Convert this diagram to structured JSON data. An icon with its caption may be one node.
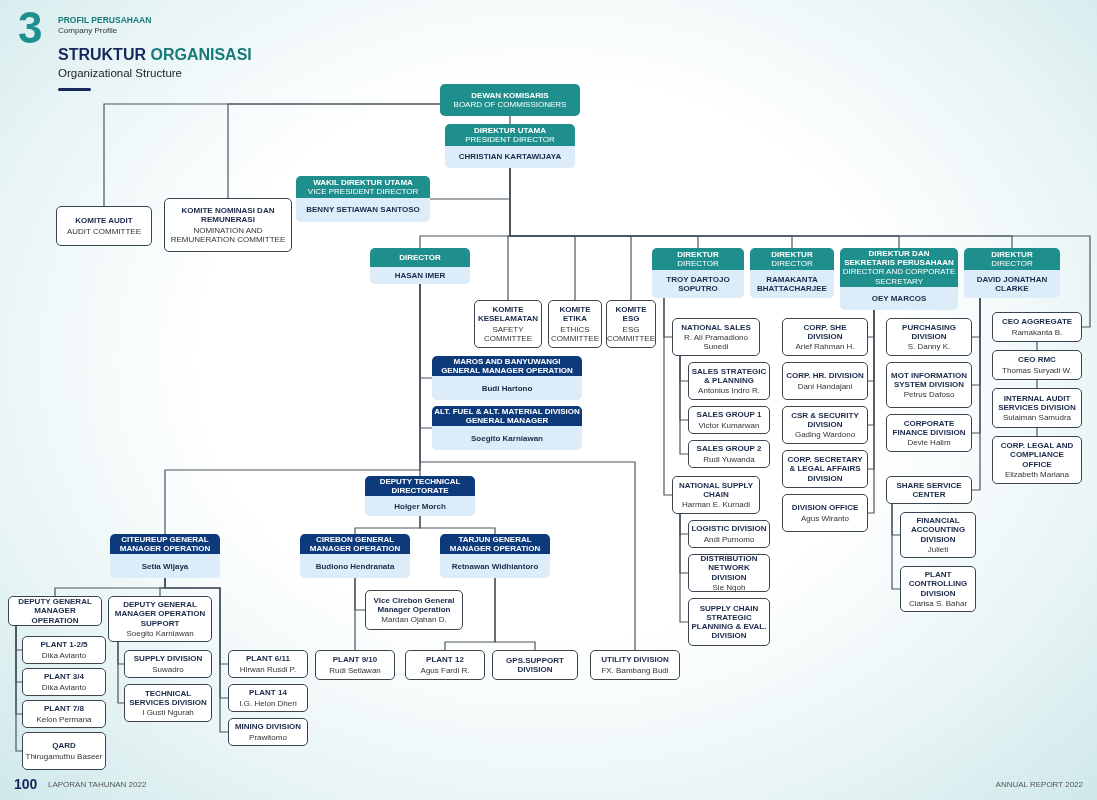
{
  "diagram": {
    "title": "STRUKTUR ORGANISASI",
    "nodes": [
      {
        "text": [
          "DEWAN KOMISARIS",
          "BOARD OF COMMISSIONERS"
        ]
      },
      {
        "text": [
          "DIREKTUR UTAMA",
          "PRESIDENT DIRECTOR",
          "CHRISTIAN KARTAWIJAYA"
        ]
      },
      {
        "text": [
          "WAKIL DIREKTUR UTAMA",
          "VICE PRESIDENT DIRECTOR",
          "BENNY SETIAWAN SANTOSO"
        ]
      },
      {
        "text": [
          "KOMITE AUDIT",
          "AUDIT COMMITTEE"
        ]
      },
      {
        "text": [
          "KOMITE NOMINASI DAN REMUNERASI",
          "NOMINATION AND REMUNERATION COMMITTEE"
        ]
      },
      {
        "text": [
          "DIRECTOR",
          "HASAN IMER"
        ]
      },
      {
        "text": [
          "KOMITE KESELAMATAN",
          "SAFETY COMMITTEE"
        ]
      },
      {
        "text": [
          "KOMITE ETIKA",
          "ETHICS COMMITTEE"
        ]
      },
      {
        "text": [
          "KOMITE ESG",
          "ESG COMMITTEE"
        ]
      },
      {
        "text": [
          "DIREKTUR",
          "DIRECTOR",
          "TROY DARTOJO SOPUTRO"
        ]
      },
      {
        "text": [
          "DIREKTUR",
          "DIRECTOR",
          "RAMAKANTA BHATTACHARJEE"
        ]
      },
      {
        "text": [
          "DIREKTUR DAN SEKRETARIS PERUSAHAAN",
          "DIRECTOR AND CORPORATE SECRETARY",
          "OEY MARCOS"
        ]
      },
      {
        "text": [
          "DIREKTUR",
          "DIRECTOR",
          "DAVID JONATHAN CLARKE"
        ]
      },
      {
        "text": [
          "MAROS AND BANYUWANGI GENERAL MANAGER OPERATION",
          "Budi Hartono"
        ]
      },
      {
        "text": [
          "ALT. FUEL & ALT. MATERIAL DIVISION GENERAL MANAGER",
          "Soegito Karniawan"
        ]
      },
      {
        "text": [
          "DEPUTY TECHNICAL DIRECTORATE",
          "Holger Morch"
        ]
      },
      {
        "text": [
          "CITEUREUP GENERAL MANAGER OPERATION",
          "Setia Wijaya"
        ]
      },
      {
        "text": [
          "CIREBON GENERAL MANAGER OPERATION",
          "Budiono Hendranata"
        ]
      },
      {
        "text": [
          "TARJUN GENERAL MANAGER OPERATION",
          "Retnawan Widhiantoro"
        ]
      },
      {
        "text": [
          "DEPUTY GENERAL MANAGER OPERATION"
        ]
      },
      {
        "text": [
          "DEPUTY GENERAL MANAGER OPERATION SUPPORT",
          "Soegito Karniawan"
        ]
      },
      {
        "text": [
          "PLANT 1-2/5",
          "Dika Avianto"
        ]
      },
      {
        "text": [
          "PLANT 3/4",
          "Dika Avianto"
        ]
      },
      {
        "text": [
          "PLANT 7/8",
          "Kelon Permana"
        ]
      },
      {
        "text": [
          "QARD",
          "Thirugamuthu Baseer"
        ]
      },
      {
        "text": [
          "SUPPLY DIVISION",
          "Suwadro"
        ]
      },
      {
        "text": [
          "TECHNICAL SERVICES DIVISION",
          "I Gusti Ngurah"
        ]
      },
      {
        "text": [
          "PLANT 6/11",
          "Hirwan Rusdi P."
        ]
      },
      {
        "text": [
          "PLANT 14",
          "I.G. Helon Dheri"
        ]
      },
      {
        "text": [
          "MINING DIVISION",
          "Prawitomo"
        ]
      },
      {
        "text": [
          "Vice Cirebon General Manager Operation",
          "Mardan Ojahan D."
        ]
      },
      {
        "text": [
          "PLANT 9/10",
          "Rudi Setiawan"
        ]
      },
      {
        "text": [
          "PLANT 12",
          "Agus Fardi R."
        ]
      },
      {
        "text": [
          "GPS.SUPPORT DIVISION"
        ]
      },
      {
        "text": [
          "UTILITY DIVISION",
          "FX. Bambang Budi"
        ]
      },
      {
        "text": [
          "NATIONAL SALES",
          "R. Ali Pramadiono Sunedi"
        ]
      },
      {
        "text": [
          "SALES STRATEGIC & PLANNING",
          "Antonius Indro R."
        ]
      },
      {
        "text": [
          "SALES GROUP 1",
          "Victor Kumarwan"
        ]
      },
      {
        "text": [
          "SALES GROUP 2",
          "Rudi Yuwanda"
        ]
      },
      {
        "text": [
          "NATIONAL SUPPLY CHAIN",
          "Harman E. Kurnadi"
        ]
      },
      {
        "text": [
          "LOGISTIC DIVISION",
          "Andi Purnomo"
        ]
      },
      {
        "text": [
          "DISTRIBUTION NETWORK DIVISION",
          "Sie Ngoh"
        ]
      },
      {
        "text": [
          "SUPPLY CHAIN STRATEGIC PLANNING & EVAL. DIVISION"
        ]
      },
      {
        "text": [
          "CORP. SHE DIVISION",
          "Arief Rahman H."
        ]
      },
      {
        "text": [
          "CORP. HR. DIVISION",
          "Dani Handajani"
        ]
      },
      {
        "text": [
          "CSR & SECURITY DIVISION",
          "Gading Wardono"
        ]
      },
      {
        "text": [
          "CORP. SECRETARY & LEGAL AFFAIRS DIVISION"
        ]
      },
      {
        "text": [
          "DIVISION OFFICE",
          "Agus Wiranto"
        ]
      },
      {
        "text": [
          "PURCHASING DIVISION",
          "S. Danny K."
        ]
      },
      {
        "text": [
          "MOT INFORMATION SYSTEM DIVISION",
          "Petrus Dafoso"
        ]
      },
      {
        "text": [
          "CORPORATE FINANCE DIVISION",
          "Devie Halim"
        ]
      },
      {
        "text": [
          "SHARE SERVICE CENTER"
        ]
      },
      {
        "text": [
          "FINANCIAL ACCOUNTING DIVISION",
          "Julieti"
        ]
      },
      {
        "text": [
          "PLANT CONTROLLING DIVISION",
          "Clarisa S. Bahar"
        ]
      },
      {
        "text": [
          "CEO AGGREGATE",
          "Ramakanta B."
        ]
      },
      {
        "text": [
          "CEO RMC",
          "Thomas Suryadi W."
        ]
      },
      {
        "text": [
          "INTERNAL AUDIT SERVICES DIVISION",
          "Sulaiman Samudra"
        ]
      },
      {
        "text": [
          "CORP. LEGAL AND COMPLIANCE OFFICE",
          "Elizabeth Mariana"
        ]
      }
    ],
    "edges": [
      {
        "from": 0,
        "to": 1,
        "arrow": "none"
      },
      {
        "from": 0,
        "to": 3,
        "arrow": "none"
      },
      {
        "from": 0,
        "to": 4,
        "arrow": "none"
      },
      {
        "from": 1,
        "to": 2,
        "arrow": "none"
      },
      {
        "from": 1,
        "to": 5,
        "arrow": "none"
      },
      {
        "from": 1,
        "to": 6,
        "arrow": "none"
      },
      {
        "from": 1,
        "to": 7,
        "arrow": "none"
      },
      {
        "from": 1,
        "to": 8,
        "arrow": "none"
      },
      {
        "from": 1,
        "to": 9,
        "arrow": "none"
      },
      {
        "from": 1,
        "to": 10,
        "arrow": "none"
      },
      {
        "from": 1,
        "to": 11,
        "arrow": "none"
      },
      {
        "from": 1,
        "to": 12,
        "arrow": "none"
      },
      {
        "from": 1,
        "to": 54,
        "arrow": "none"
      },
      {
        "from": 5,
        "to": 13,
        "arrow": "none"
      },
      {
        "from": 5,
        "to": 14,
        "arrow": "none"
      },
      {
        "from": 5,
        "to": 15,
        "arrow": "none"
      },
      {
        "from": 5,
        "to": 16,
        "arrow": "none"
      },
      {
        "from": 5,
        "to": 34,
        "arrow": "none"
      },
      {
        "from": 15,
        "to": 17,
        "arrow": "none"
      },
      {
        "from": 15,
        "to": 18,
        "arrow": "none"
      },
      {
        "from": 16,
        "to": 19,
        "arrow": "none"
      },
      {
        "from": 16,
        "to": 20,
        "arrow": "none"
      },
      {
        "from": 16,
        "to": 27,
        "arrow": "none"
      },
      {
        "from": 16,
        "to": 28,
        "arrow": "none"
      },
      {
        "from": 16,
        "to": 29,
        "arrow": "none"
      },
      {
        "from": 19,
        "to": 21,
        "arrow": "none"
      },
      {
        "from": 19,
        "to": 22,
        "arrow": "none"
      },
      {
        "from": 19,
        "to": 23,
        "arrow": "none"
      },
      {
        "from": 19,
        "to": 24,
        "arrow": "none"
      },
      {
        "from": 20,
        "to": 25,
        "arrow": "none"
      },
      {
        "from": 20,
        "to": 26,
        "arrow": "none"
      },
      {
        "from": 17,
        "to": 30,
        "arrow": "none"
      },
      {
        "from": 17,
        "to": 31,
        "arrow": "none"
      },
      {
        "from": 18,
        "to": 32,
        "arrow": "none"
      },
      {
        "from": 18,
        "to": 33,
        "arrow": "none"
      },
      {
        "from": 9,
        "to": 35,
        "arrow": "none"
      },
      {
        "from": 9,
        "to": 39,
        "arrow": "none"
      },
      {
        "from": 35,
        "to": 36,
        "arrow": "none"
      },
      {
        "from": 35,
        "to": 37,
        "arrow": "none"
      },
      {
        "from": 35,
        "to": 38,
        "arrow": "none"
      },
      {
        "from": 39,
        "to": 40,
        "arrow": "none"
      },
      {
        "from": 39,
        "to": 41,
        "arrow": "none"
      },
      {
        "from": 39,
        "to": 42,
        "arrow": "none"
      },
      {
        "from": 11,
        "to": 43,
        "arrow": "none"
      },
      {
        "from": 11,
        "to": 44,
        "arrow": "none"
      },
      {
        "from": 11,
        "to": 45,
        "arrow": "none"
      },
      {
        "from": 11,
        "to": 46,
        "arrow": "none"
      },
      {
        "from": 11,
        "to": 47,
        "arrow": "none"
      },
      {
        "from": 12,
        "to": 48,
        "arrow": "none"
      },
      {
        "from": 12,
        "to": 49,
        "arrow": "none"
      },
      {
        "from": 12,
        "to": 50,
        "arrow": "none"
      },
      {
        "from": 12,
        "to": 51,
        "arrow": "none"
      },
      {
        "from": 51,
        "to": 52,
        "arrow": "none"
      },
      {
        "from": 51,
        "to": 53,
        "arrow": "none"
      },
      {
        "from": 54,
        "to": 55,
        "arrow": "none"
      },
      {
        "from": 55,
        "to": 56,
        "arrow": "none"
      },
      {
        "from": 56,
        "to": 57,
        "arrow": "none"
      }
    ],
    "labels": [
      "3",
      "PROFIL PERUSAHAAN",
      "Company Profile",
      "Organizational Structure",
      "100",
      "LAPORAN TAHUNAN 2022",
      "ANNUAL REPORT 2022"
    ]
  }
}
